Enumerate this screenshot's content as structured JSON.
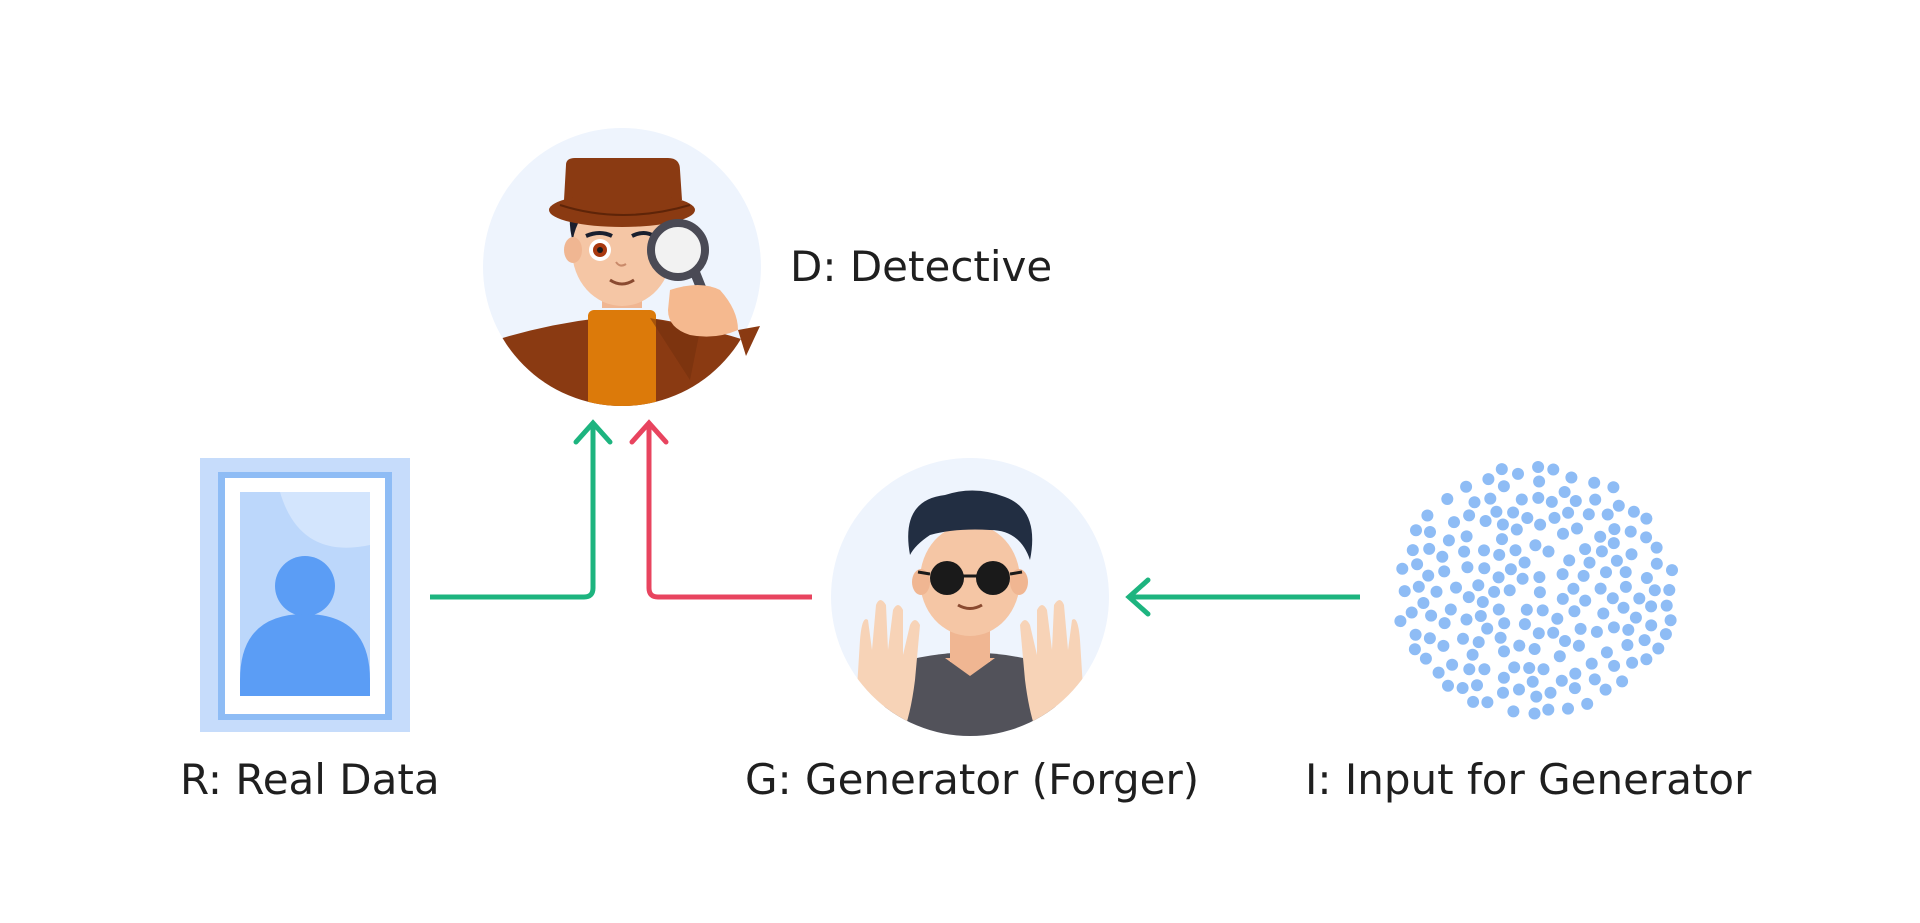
{
  "labels": {
    "detective": "D: Detective",
    "real_data": "R: Real Data",
    "generator": "G: Generator (Forger)",
    "input": "I: Input for Generator"
  },
  "colors": {
    "green_arrow": "#1db47f",
    "red_arrow": "#e8445f",
    "circle_bg": "#eef4fd",
    "dots": "#8ebcf5",
    "frame": "#c6dcfb",
    "person_blue": "#5b9df5"
  },
  "icons": [
    "detective-icon",
    "forger-icon",
    "real-data-picture-icon",
    "noise-dots-icon"
  ]
}
